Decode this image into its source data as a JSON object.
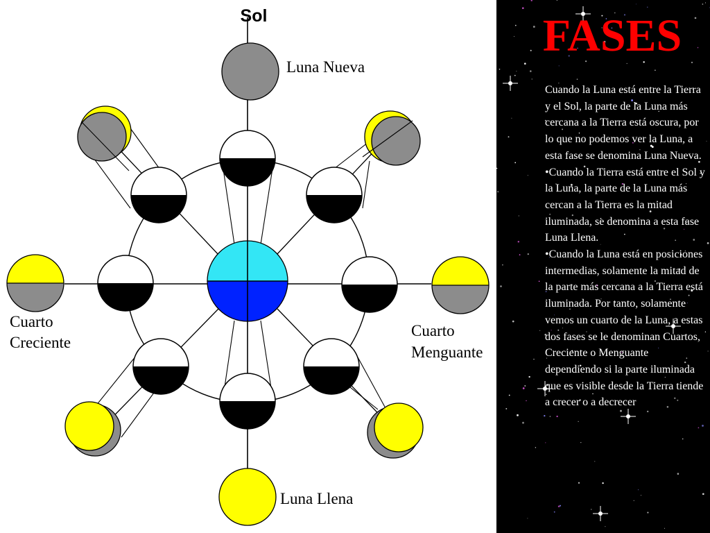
{
  "diagram": {
    "sun_label": "Sol",
    "labels": {
      "new_moon": "Luna Nueva",
      "full_moon": "Luna Llena",
      "first_quarter_line1": "Cuarto",
      "first_quarter_line2": "Creciente",
      "last_quarter_line1": "Cuarto",
      "last_quarter_line2": "Menguante"
    },
    "colors": {
      "earth_day": "#33e6f5",
      "earth_night": "#0022ff",
      "moon_lit": "#ffff00",
      "moon_dark": "#8c8c8c",
      "moon_ring_lit": "#ffffff",
      "moon_ring_dark": "#000000"
    }
  },
  "panel": {
    "title": "FASES",
    "title_color": "#ff0000",
    "paragraphs": [
      "Cuando la Luna está entre la Tierra y el Sol, la parte de la Luna más cercana a la Tierra está oscura, por lo que no podemos ver la Luna, a esta fase se denomina Luna Nueva.",
      "•Cuando la Tierra está entre el Sol y la Luna, la parte de la Luna más cercan a la Tierra es la mitad iluminada, se denomina a esta fase Luna Llena.",
      "•Cuando la Luna está en posiciones intermedias, solamente la mitad de la parte más cercana a la Tierra está iluminada. Por tanto, solamente vemos un cuarto de la Luna, a estas dos fases se le denominan Cuartos, Creciente o Menguante dependiendo si la parte iluminada que es visible desde la Tierra tiende a crecer o a decrecer"
    ]
  }
}
